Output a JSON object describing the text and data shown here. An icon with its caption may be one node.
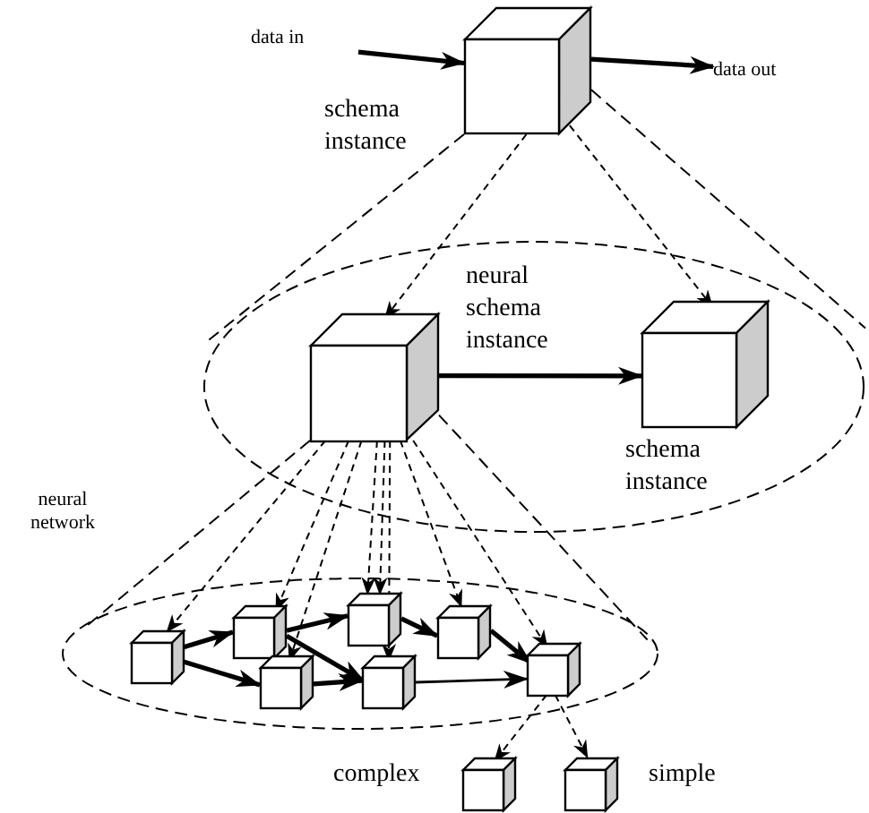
{
  "diagram": {
    "nodes": [
      {
        "text": [
          "data in"
        ]
      },
      {
        "text": [],
        "shape": "cube",
        "beside": [
          "schema instance"
        ]
      },
      {
        "text": [
          "data out"
        ]
      },
      {
        "text": [],
        "shape": "ellipse"
      },
      {
        "text": [],
        "shape": "cube",
        "in": 3,
        "beside": [
          "neural schema instance"
        ]
      },
      {
        "text": [],
        "shape": "cube",
        "in": 3,
        "beside": [
          "schema instance"
        ]
      },
      {
        "text": [],
        "shape": "ellipse",
        "beside": [
          "neural network"
        ]
      },
      {
        "text": [],
        "shape": "cube",
        "in": 6
      },
      {
        "text": [],
        "shape": "cube",
        "in": 6
      },
      {
        "text": [],
        "shape": "cube",
        "in": 6
      },
      {
        "text": [],
        "shape": "cube",
        "in": 6
      },
      {
        "text": [],
        "shape": "cube",
        "in": 6
      },
      {
        "text": [],
        "shape": "cube",
        "in": 6
      },
      {
        "text": [],
        "shape": "cube",
        "in": 6
      },
      {
        "text": [],
        "shape": "cube",
        "beside": [
          "complex"
        ]
      },
      {
        "text": [],
        "shape": "cube",
        "beside": [
          "simple"
        ]
      }
    ],
    "edges": [
      {
        "from": 0,
        "to": 1,
        "arrow": "to",
        "style": "thick"
      },
      {
        "from": 1,
        "to": 2,
        "arrow": "to",
        "style": "thick"
      },
      {
        "from": 1,
        "to": 4,
        "arrow": "to",
        "style": "dashed"
      },
      {
        "from": 1,
        "to": 5,
        "arrow": "to",
        "style": "dashed"
      },
      {
        "from": 1,
        "to": 3,
        "arrow": "none",
        "style": "dashed"
      },
      {
        "from": 1,
        "to": 3,
        "arrow": "none",
        "style": "dashed"
      },
      {
        "from": 4,
        "to": 5,
        "arrow": "to",
        "style": "thick"
      },
      {
        "from": 4,
        "to": 6,
        "arrow": "none",
        "style": "dashed"
      },
      {
        "from": 4,
        "to": 6,
        "arrow": "none",
        "style": "dashed"
      },
      {
        "from": 4,
        "to": 7,
        "arrow": "to",
        "style": "dashed"
      },
      {
        "from": 4,
        "to": 8,
        "arrow": "to",
        "style": "dashed"
      },
      {
        "from": 4,
        "to": 9,
        "arrow": "to",
        "style": "dashed"
      },
      {
        "from": 4,
        "to": 10,
        "arrow": "to",
        "style": "dashed"
      },
      {
        "from": 4,
        "to": 10,
        "arrow": "to",
        "style": "dashed"
      },
      {
        "from": 4,
        "to": 11,
        "arrow": "to",
        "style": "dashed"
      },
      {
        "from": 4,
        "to": 12,
        "arrow": "to",
        "style": "dashed"
      },
      {
        "from": 4,
        "to": 13,
        "arrow": "to",
        "style": "dashed"
      },
      {
        "from": 7,
        "to": 8,
        "arrow": "to",
        "style": "thick"
      },
      {
        "from": 7,
        "to": 9,
        "arrow": "to",
        "style": "thick"
      },
      {
        "from": 8,
        "to": 10,
        "arrow": "to",
        "style": "thick"
      },
      {
        "from": 8,
        "to": 11,
        "arrow": "to",
        "style": "thick"
      },
      {
        "from": 9,
        "to": 11,
        "arrow": "to",
        "style": "thick"
      },
      {
        "from": 10,
        "to": 12,
        "arrow": "to",
        "style": "thick"
      },
      {
        "from": 12,
        "to": 13,
        "arrow": "to",
        "style": "thick"
      },
      {
        "from": 11,
        "to": 13,
        "arrow": "to"
      },
      {
        "from": 13,
        "to": 14,
        "arrow": "to",
        "style": "dashed"
      },
      {
        "from": 13,
        "to": 15,
        "arrow": "to",
        "style": "dashed"
      }
    ]
  }
}
